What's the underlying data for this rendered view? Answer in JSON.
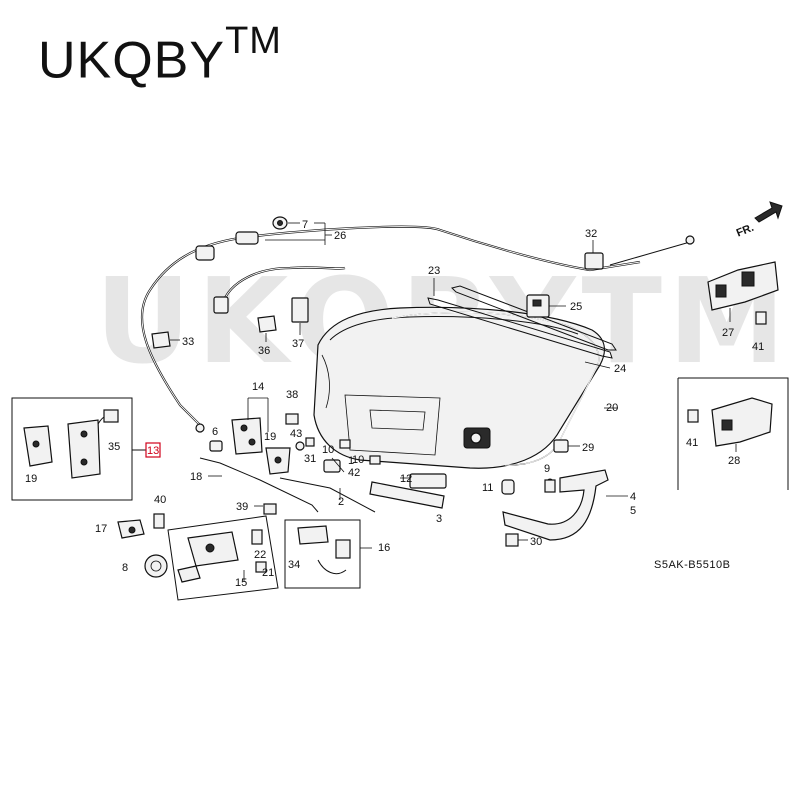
{
  "brand": {
    "name": "UKQBY",
    "mark": "TM"
  },
  "watermark": "UKQBYTM",
  "diagram_code": "S5AK-B5510B",
  "direction_label": "FR.",
  "highlight_color": "#d0021b",
  "callouts": {
    "c1": "1",
    "c2": "2",
    "c3": "3",
    "c4": "4",
    "c5": "5",
    "c6": "6",
    "c7": "7",
    "c8": "8",
    "c9": "9",
    "c10a": "10",
    "c10b": "10",
    "c11": "11",
    "c12": "12",
    "c13": "13",
    "c14": "14",
    "c15": "15",
    "c16": "16",
    "c17": "17",
    "c18": "18",
    "c19a": "19",
    "c19b": "19",
    "c20": "20",
    "c21": "21",
    "c22": "22",
    "c23": "23",
    "c24": "24",
    "c25": "25",
    "c26": "26",
    "c27": "27",
    "c28": "28",
    "c29": "29",
    "c30": "30",
    "c31": "31",
    "c32": "32",
    "c33": "33",
    "c34": "34",
    "c35": "35",
    "c36": "36",
    "c37": "37",
    "c38": "38",
    "c39": "39",
    "c40": "40",
    "c41a": "41",
    "c41b": "41",
    "c42": "42",
    "c43": "43"
  }
}
